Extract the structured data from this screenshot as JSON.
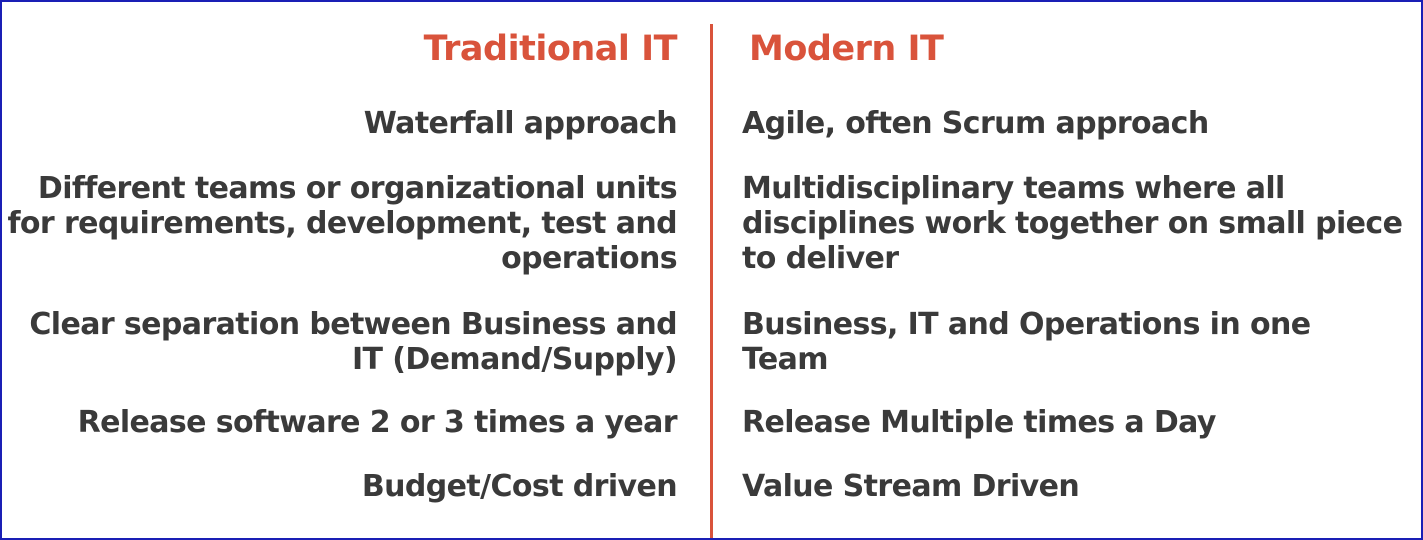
{
  "headers": {
    "left": "Traditional IT",
    "right": "Modern IT"
  },
  "rows": [
    {
      "left": "Waterfall approach",
      "right": "Agile, often Scrum approach"
    },
    {
      "left": "Different teams or organizational units\nfor requirements, development, test and\noperations",
      "right": "Multidisciplinary teams where all\ndisciplines work together on small piece\nto deliver"
    },
    {
      "left": "Clear separation between Business and\nIT (Demand/Supply)",
      "right": "Business, IT and Operations in one\nTeam"
    },
    {
      "left": "Release software 2 or 3 times a year",
      "right": "Release Multiple times a Day"
    },
    {
      "left": "Budget/Cost driven",
      "right": "Value Stream Driven"
    }
  ],
  "colors": {
    "accent": "#d9533b",
    "text": "#3a3a3a",
    "border": "#1a1fb5"
  }
}
